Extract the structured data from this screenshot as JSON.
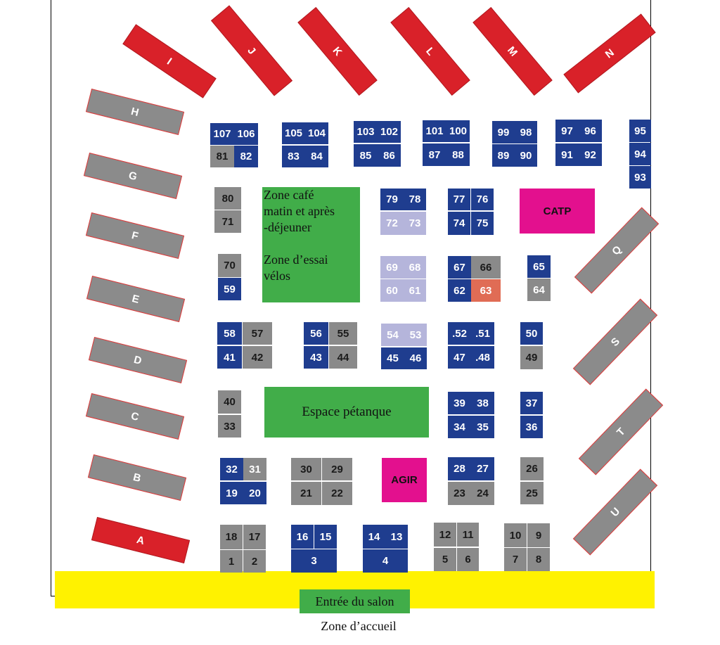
{
  "colors": {
    "red_zone": "#d92129",
    "gray_zone": "#8b8b8b",
    "booth_blue": "#1f3d8f",
    "booth_gray": "#8a8a8a",
    "booth_lavender": "#b5b5db",
    "booth_orange": "#e06c55",
    "green_area": "#41ad49",
    "pink_area": "#e3108e",
    "entrance_band": "#fff200"
  },
  "outer_zones": {
    "A": "A",
    "B": "B",
    "C": "C",
    "D": "D",
    "E": "E",
    "F": "F",
    "G": "G",
    "H": "H",
    "I": "I",
    "J": "J",
    "K": "K",
    "L": "L",
    "M": "M",
    "N": "N",
    "Q": "Q",
    "S": "S",
    "T": "T",
    "U": "U"
  },
  "areas": {
    "cafe_line1": "Zone café",
    "cafe_line2": "matin et après",
    "cafe_line3": "-déjeuner",
    "essai_line1": "Zone d’essai",
    "essai_line2": "vélos",
    "petanque": "Espace pétanque",
    "catp": "CATP",
    "agir": "AGIR",
    "entrance": "Entrée du salon",
    "reception": "Zone d’accueil"
  },
  "booths": {
    "b1": "1",
    "b2": "2",
    "b3": "3",
    "b4": "4",
    "b5": "5",
    "b6": "6",
    "b7": "7",
    "b8": "8",
    "b9": "9",
    "b10": "10",
    "b11": "11",
    "b12": "12",
    "b13": "13",
    "b14": "14",
    "b15": "15",
    "b16": "16",
    "b17": "17",
    "b18": "18",
    "b19": "19",
    "b20": "20",
    "b21": "21",
    "b22": "22",
    "b23": "23",
    "b24": "24",
    "b25": "25",
    "b26": "26",
    "b27": "27",
    "b28": "28",
    "b29": "29",
    "b30": "30",
    "b31": "31",
    "b32": "32",
    "b33": "33",
    "b34": "34",
    "b35": "35",
    "b36": "36",
    "b37": "37",
    "b38": "38",
    "b39": "39",
    "b40": "40",
    "b41": "41",
    "b42": "42",
    "b43": "43",
    "b44": "44",
    "b45": "45",
    "b46": "46",
    "b47": "47",
    "b48": ".48",
    "b49": "49",
    "b50": "50",
    "b51": ".51",
    "b52": ".52",
    "b53": "53",
    "b54": "54",
    "b55": "55",
    "b56": "56",
    "b57": "57",
    "b58": "58",
    "b59": "59",
    "b60": "60",
    "b61": "61",
    "b62": "62",
    "b63": "63",
    "b64": "64",
    "b65": "65",
    "b66": "66",
    "b67": "67",
    "b68": "68",
    "b69": "69",
    "b70": "70",
    "b71": "71",
    "b72": "72",
    "b73": "73",
    "b74": "74",
    "b75": "75",
    "b76": "76",
    "b77": "77",
    "b78": "78",
    "b79": "79",
    "b80": "80",
    "b81": "81",
    "b82": "82",
    "b83": "83",
    "b84": "84",
    "b85": "85",
    "b86": "86",
    "b87": "87",
    "b88": "88",
    "b89": "89",
    "b90": "90",
    "b91": "91",
    "b92": "92",
    "b93": "93",
    "b94": "94",
    "b95": "95",
    "b96": "96",
    "b97": "97",
    "b98": "98",
    "b99": "99",
    "b100": "100",
    "b101": "101",
    "b102": "102",
    "b103": "103",
    "b104": "104",
    "b105": "105",
    "b106": "106",
    "b107": "107"
  }
}
